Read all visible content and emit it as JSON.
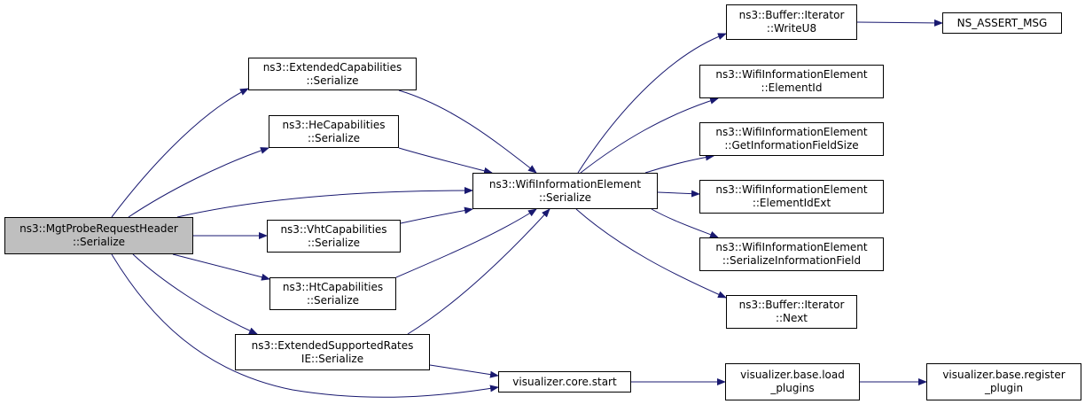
{
  "colors": {
    "edge": "#191970",
    "root_fill": "#bfbfbf",
    "node_fill": "#ffffff",
    "border": "#000000"
  },
  "nodes": [
    {
      "id": "mgt",
      "lines": [
        "ns3::MgtProbeRequestHeader",
        "::Serialize"
      ],
      "root": true
    },
    {
      "id": "extcap",
      "lines": [
        "ns3::ExtendedCapabilities",
        "::Serialize"
      ]
    },
    {
      "id": "hecap",
      "lines": [
        "ns3::HeCapabilities",
        "::Serialize"
      ]
    },
    {
      "id": "vhtcap",
      "lines": [
        "ns3::VhtCapabilities",
        "::Serialize"
      ]
    },
    {
      "id": "htcap",
      "lines": [
        "ns3::HtCapabilities",
        "::Serialize"
      ]
    },
    {
      "id": "extrates",
      "lines": [
        "ns3::ExtendedSupportedRates",
        "IE::Serialize"
      ]
    },
    {
      "id": "wie",
      "lines": [
        "ns3::WifiInformationElement",
        "::Serialize"
      ]
    },
    {
      "id": "vizstart",
      "lines": [
        "visualizer.core.start"
      ]
    },
    {
      "id": "writeu8",
      "lines": [
        "ns3::Buffer::Iterator",
        "::WriteU8"
      ]
    },
    {
      "id": "assert",
      "lines": [
        "NS_ASSERT_MSG"
      ]
    },
    {
      "id": "elemid",
      "lines": [
        "ns3::WifiInformationElement",
        "::ElementId"
      ]
    },
    {
      "id": "getsize",
      "lines": [
        "ns3::WifiInformationElement",
        "::GetInformationFieldSize"
      ]
    },
    {
      "id": "elemidext",
      "lines": [
        "ns3::WifiInformationElement",
        "::ElementIdExt"
      ]
    },
    {
      "id": "serfield",
      "lines": [
        "ns3::WifiInformationElement",
        "::SerializeInformationField"
      ]
    },
    {
      "id": "next",
      "lines": [
        "ns3::Buffer::Iterator",
        "::Next"
      ]
    },
    {
      "id": "loadplugins",
      "lines": [
        "visualizer.base.load",
        "_plugins"
      ]
    },
    {
      "id": "register",
      "lines": [
        "visualizer.base.register",
        "_plugin"
      ]
    }
  ],
  "edges": [
    {
      "from": "mgt",
      "to": "extcap"
    },
    {
      "from": "mgt",
      "to": "hecap"
    },
    {
      "from": "mgt",
      "to": "wie"
    },
    {
      "from": "mgt",
      "to": "vhtcap"
    },
    {
      "from": "mgt",
      "to": "htcap"
    },
    {
      "from": "mgt",
      "to": "extrates"
    },
    {
      "from": "mgt",
      "to": "vizstart"
    },
    {
      "from": "extcap",
      "to": "wie"
    },
    {
      "from": "hecap",
      "to": "wie"
    },
    {
      "from": "vhtcap",
      "to": "wie"
    },
    {
      "from": "htcap",
      "to": "wie"
    },
    {
      "from": "extrates",
      "to": "wie"
    },
    {
      "from": "extrates",
      "to": "vizstart"
    },
    {
      "from": "wie",
      "to": "writeu8"
    },
    {
      "from": "wie",
      "to": "elemid"
    },
    {
      "from": "wie",
      "to": "getsize"
    },
    {
      "from": "wie",
      "to": "elemidext"
    },
    {
      "from": "wie",
      "to": "serfield"
    },
    {
      "from": "wie",
      "to": "next"
    },
    {
      "from": "writeu8",
      "to": "assert"
    },
    {
      "from": "vizstart",
      "to": "loadplugins"
    },
    {
      "from": "loadplugins",
      "to": "register"
    }
  ]
}
